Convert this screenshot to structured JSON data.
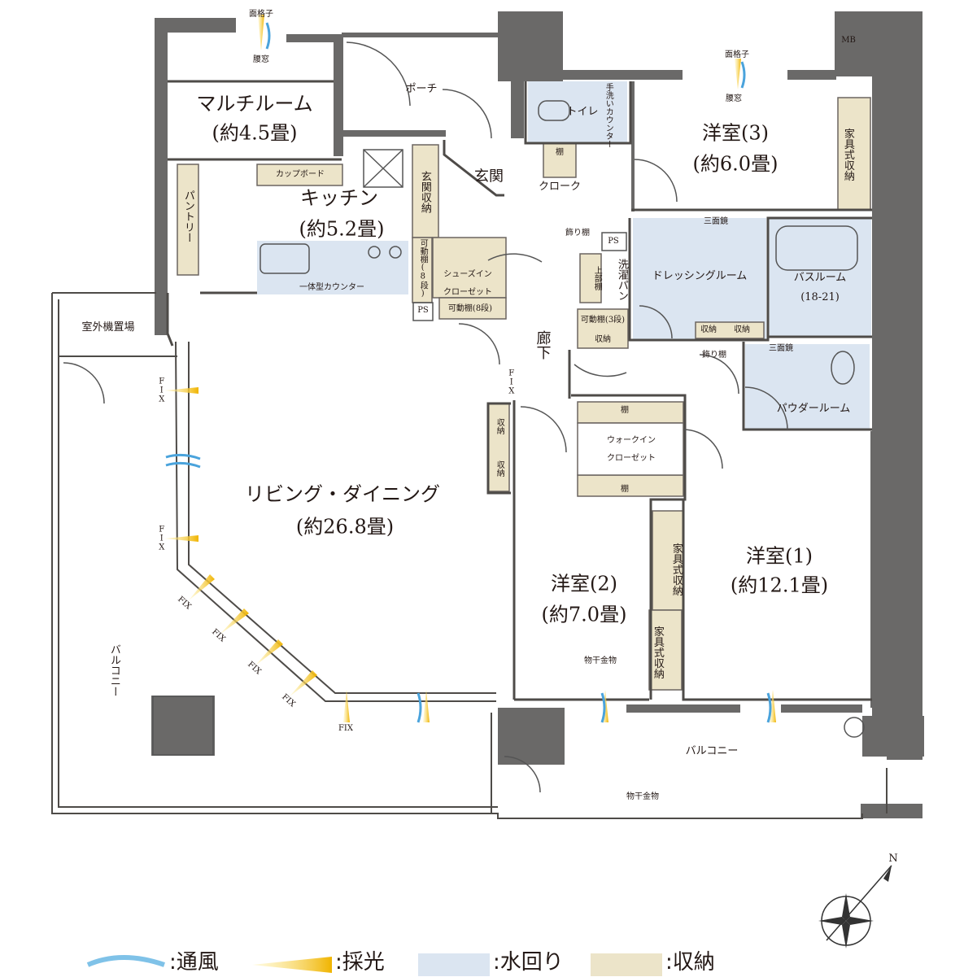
{
  "rooms": {
    "multi_room": {
      "name": "マルチルーム",
      "size": "(約4.5畳)"
    },
    "kitchen": {
      "name": "キッチン",
      "size": "(約5.2畳)"
    },
    "living": {
      "name": "リビング・ダイニング",
      "size": "(約26.8畳)"
    },
    "room1": {
      "name": "洋室(1)",
      "size": "(約12.1畳)"
    },
    "room2": {
      "name": "洋室(2)",
      "size": "(約7.0畳)"
    },
    "room3": {
      "name": "洋室(3)",
      "size": "(約6.0畳)"
    }
  },
  "labels": {
    "porch": "ポーチ",
    "genkan": "玄関",
    "toilet": "トイレ",
    "hand_wash": "手洗いカウンター",
    "cloak": "クローク",
    "shelf": "棚",
    "cupboard": "カップボード",
    "pantry": "パントリー",
    "genkan_storage": "玄関収納",
    "adjustable_shelf_8v": "可動棚(8段)",
    "shoes_in_closet_1": "シューズイン",
    "shoes_in_closet_2": "クローゼット",
    "adjustable_shelf_8": "可動棚(8段)",
    "ps": "PS",
    "counter": "一体型カウンター",
    "outdoor_unit": "室外機置場",
    "kazari_dana": "飾り棚",
    "upper_cabinet": "上部棚",
    "washer_pan": "洗濯パン",
    "dressing_room": "ドレッシングルーム",
    "three_mirror": "三面鏡",
    "bathroom": "バスルーム",
    "bath_size": "(18-21)",
    "storage": "収納",
    "adjustable_shelf_3": "可動棚(3段)",
    "corridor": "廊下",
    "fix": "FIX",
    "powder_room": "パウダールーム",
    "walk_in_1": "ウォークイン",
    "walk_in_2": "クローゼット",
    "furniture_storage": "家具式収納",
    "balcony": "バルコニー",
    "hoshi_kanamono": "物干金物",
    "mb": "MB",
    "menkoushi": "面格子",
    "koshimado": "腰窓",
    "north": "N"
  },
  "legend": [
    {
      "icon": "wind-icon",
      "label": ":通風"
    },
    {
      "icon": "light-icon",
      "label": ":採光"
    },
    {
      "icon": "water-swatch",
      "label": ":水回り",
      "color": "#dbe5f1"
    },
    {
      "icon": "storage-swatch",
      "label": ":収納",
      "color": "#ece4c9"
    }
  ],
  "colors": {
    "wall": "#6a6968",
    "water": "#dbe5f1",
    "storage": "#ece4c9",
    "light": "#f2c12e",
    "wind": "#7fc2e8"
  }
}
